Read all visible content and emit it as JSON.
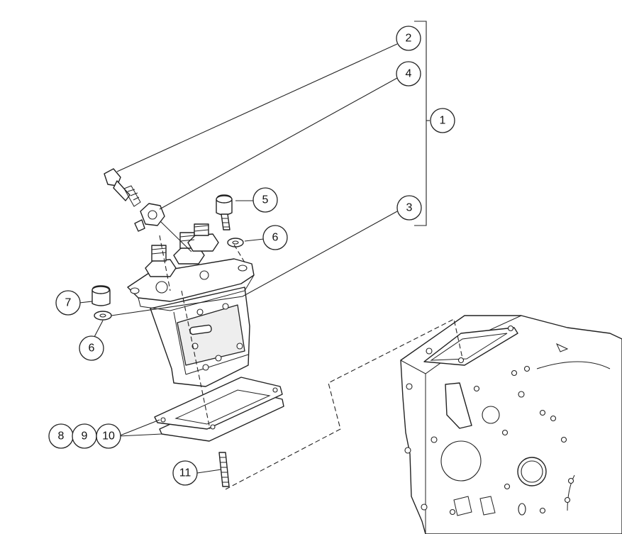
{
  "callouts": [
    {
      "id": "c1",
      "label": "1"
    },
    {
      "id": "c2",
      "label": "2"
    },
    {
      "id": "c3",
      "label": "3"
    },
    {
      "id": "c4",
      "label": "4"
    },
    {
      "id": "c5",
      "label": "5"
    },
    {
      "id": "c6a",
      "label": "6"
    },
    {
      "id": "c6b",
      "label": "6"
    },
    {
      "id": "c7",
      "label": "7"
    },
    {
      "id": "c8",
      "label": "8"
    },
    {
      "id": "c9",
      "label": "9"
    },
    {
      "id": "c10",
      "label": "10"
    },
    {
      "id": "c11",
      "label": "11"
    }
  ]
}
